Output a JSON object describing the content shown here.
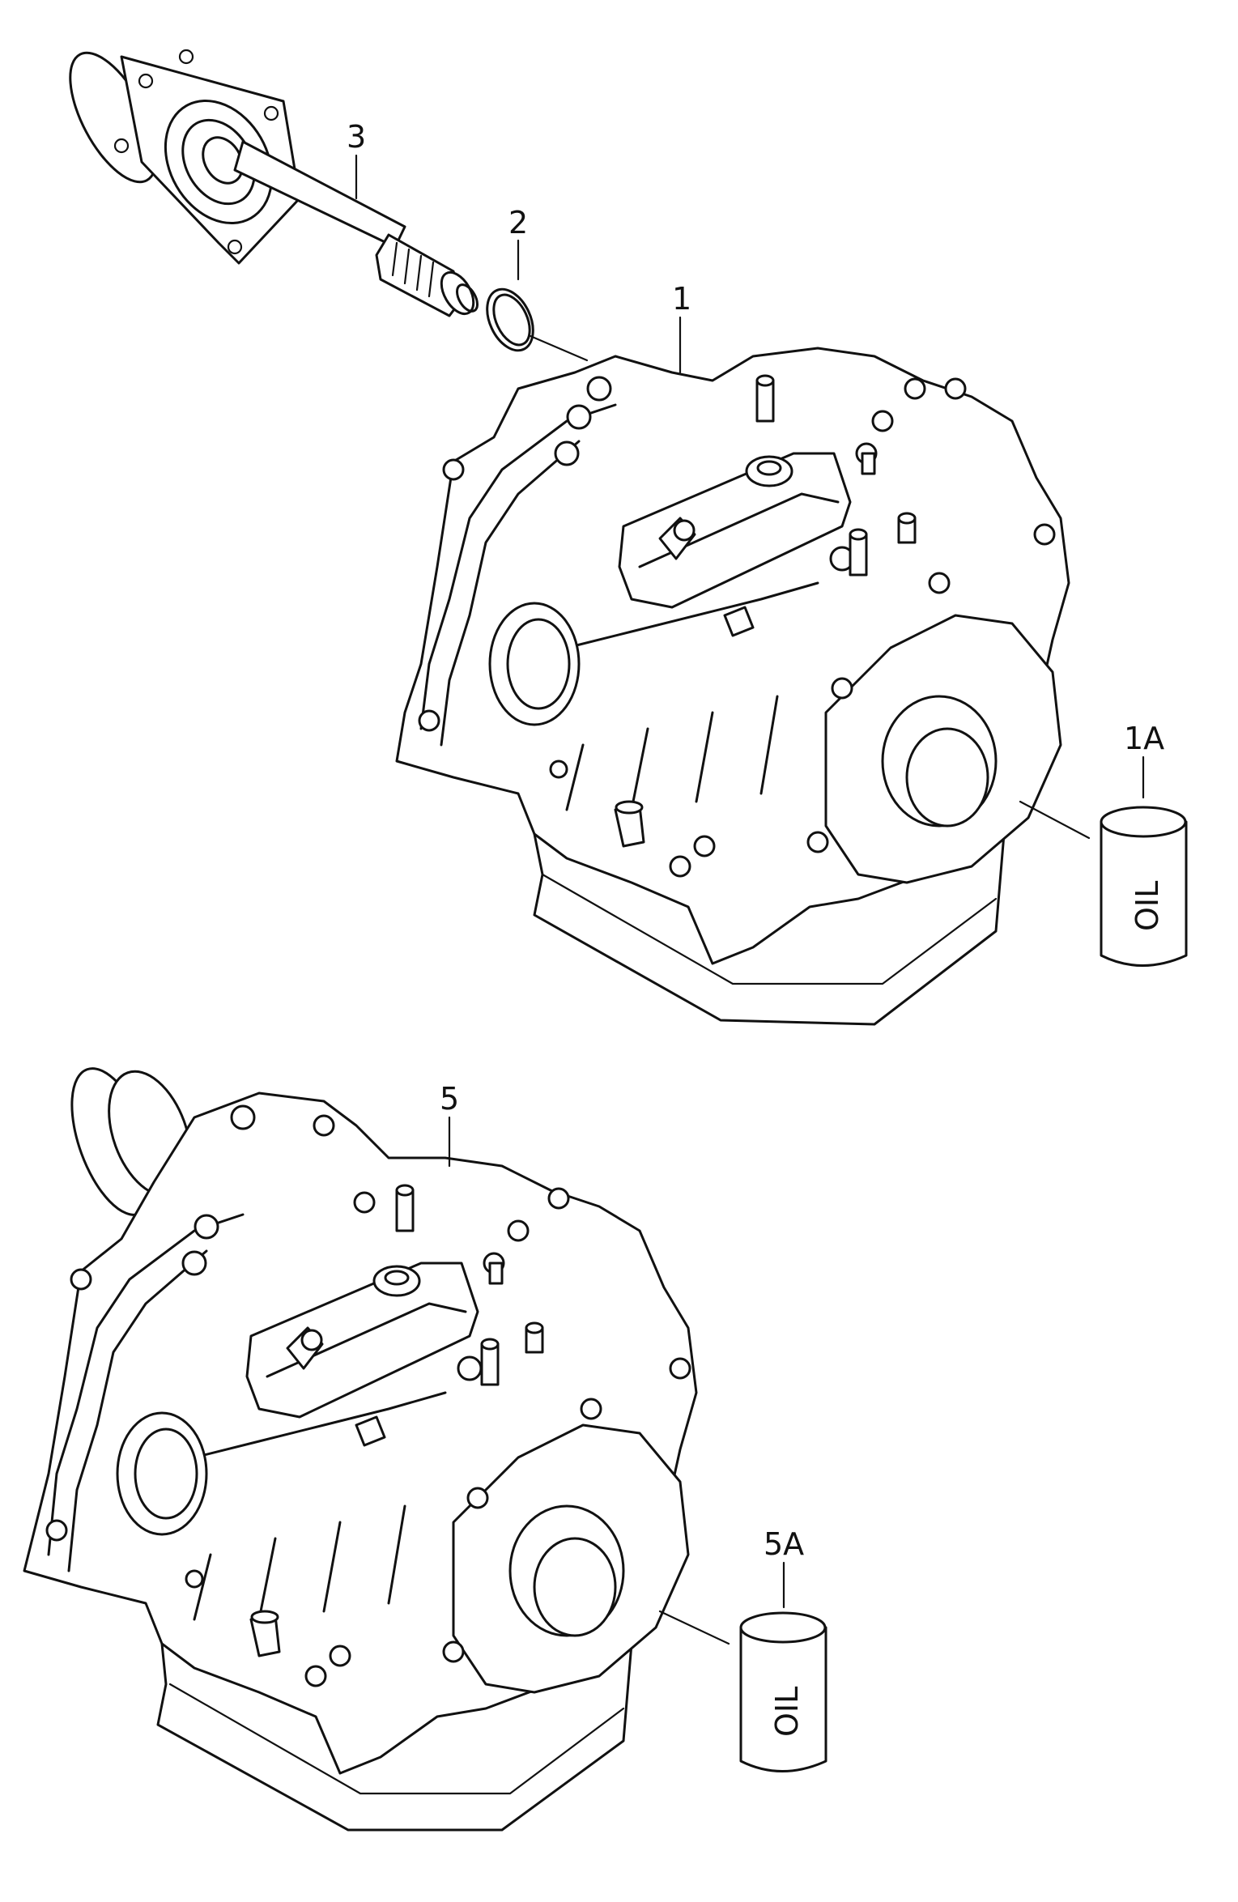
{
  "diagram": {
    "callouts": {
      "c3": "3",
      "c2": "2",
      "c1": "1",
      "c1a": "1A",
      "c5": "5",
      "c5a": "5A"
    },
    "can_label_top": "OIL",
    "can_label_bottom": "OIL"
  }
}
